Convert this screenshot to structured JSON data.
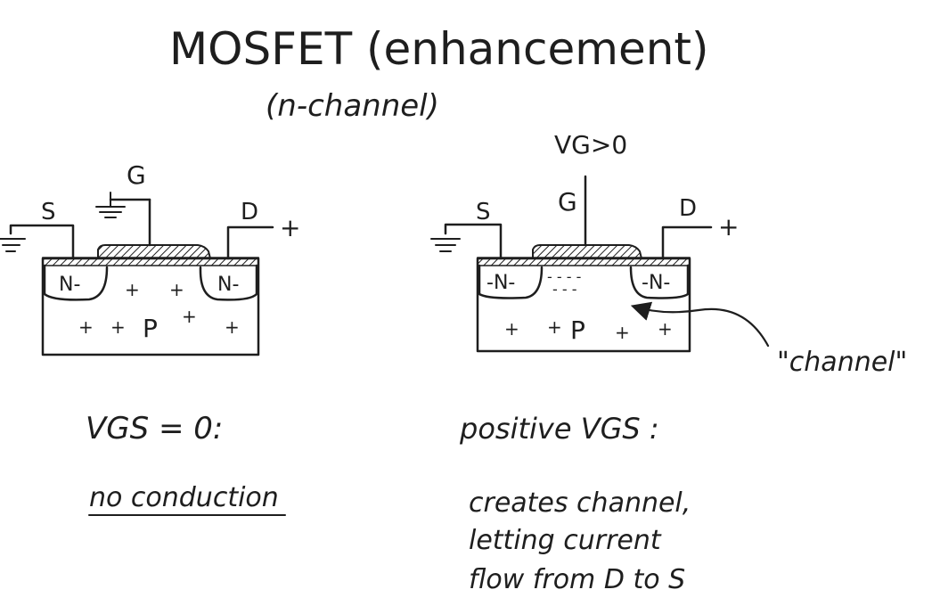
{
  "title": "MOSFET (enhancement)",
  "subtitle": "(n-channel)",
  "colors": {
    "ink": "#1e1e1e",
    "background": "#ffffff"
  },
  "left": {
    "gate_label": "G",
    "source_label": "S",
    "drain_label": "D",
    "drain_sign": "+",
    "n_left": "N-",
    "n_right": "N-",
    "substrate": "P",
    "channel_plus_1": "+",
    "channel_plus_2": "+",
    "bulk_plus_1": "+",
    "bulk_plus_2": "+",
    "bulk_plus_3": "+",
    "bulk_plus_4": "+",
    "condition": "VGS = 0:",
    "result": "no conduction"
  },
  "right": {
    "gate_voltage": "VG>0",
    "gate_label": "G",
    "source_label": "S",
    "drain_label": "D",
    "drain_sign": "+",
    "n_left": "-N-",
    "n_right": "-N-",
    "channel_charges_1": "- - -  -",
    "channel_charges_2": "- - -",
    "substrate": "P",
    "bulk_plus_1": "+",
    "bulk_plus_2": "+",
    "bulk_plus_3": "+",
    "bulk_plus_4": "+",
    "channel_annotation": "\"channel\"",
    "condition": "positive VGS :",
    "result_lines": [
      "creates channel,",
      "letting current",
      "flow from D to S"
    ]
  }
}
